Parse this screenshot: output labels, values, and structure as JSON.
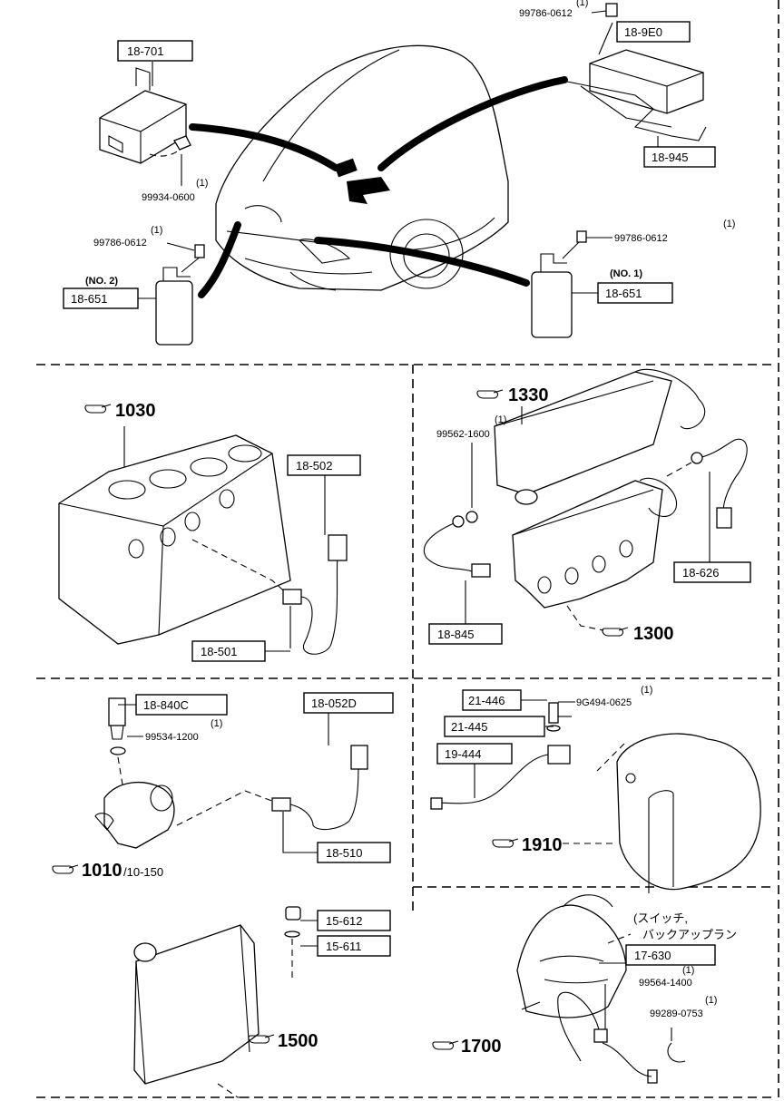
{
  "labels": {
    "l18_701": "18-701",
    "l18_9e0": "18-9E0",
    "l18_945": "18-945",
    "l18_651_a": "18-651",
    "l18_651_b": "18-651",
    "l18_502": "18-502",
    "l18_501": "18-501",
    "l18_626": "18-626",
    "l18_845": "18-845",
    "l18_840c": "18-840C",
    "l18_052d": "18-052D",
    "l18_510": "18-510",
    "l21_446": "21-446",
    "l21_445": "21-445",
    "l19_444": "19-444",
    "l15_612": "15-612",
    "l15_611": "15-611",
    "l17_630": "17-630"
  },
  "parts": {
    "p99786_top": "99786-0612",
    "p99934": "99934-0600",
    "p99786_left": "99786-0612",
    "p99786_right": "99786-0612",
    "p99562": "99562-1600",
    "p99534": "99534-1200",
    "p9g494": "9G494-0625",
    "p99564": "99564-1400",
    "p99289": "99289-0753"
  },
  "qty": "(1)",
  "qty_top": "(1)",
  "no2": "(NO. 2)",
  "no1": "(NO. 1)",
  "refs": {
    "r1030": "1030",
    "r1330": "1330",
    "r1300": "1300",
    "r1010": "1010",
    "r1010_sub": "/10-150",
    "r1910": "1910",
    "r1500": "1500",
    "r1700": "1700"
  },
  "note_line1": "(スイッチ,",
  "note_line2": "バックアップラン"
}
